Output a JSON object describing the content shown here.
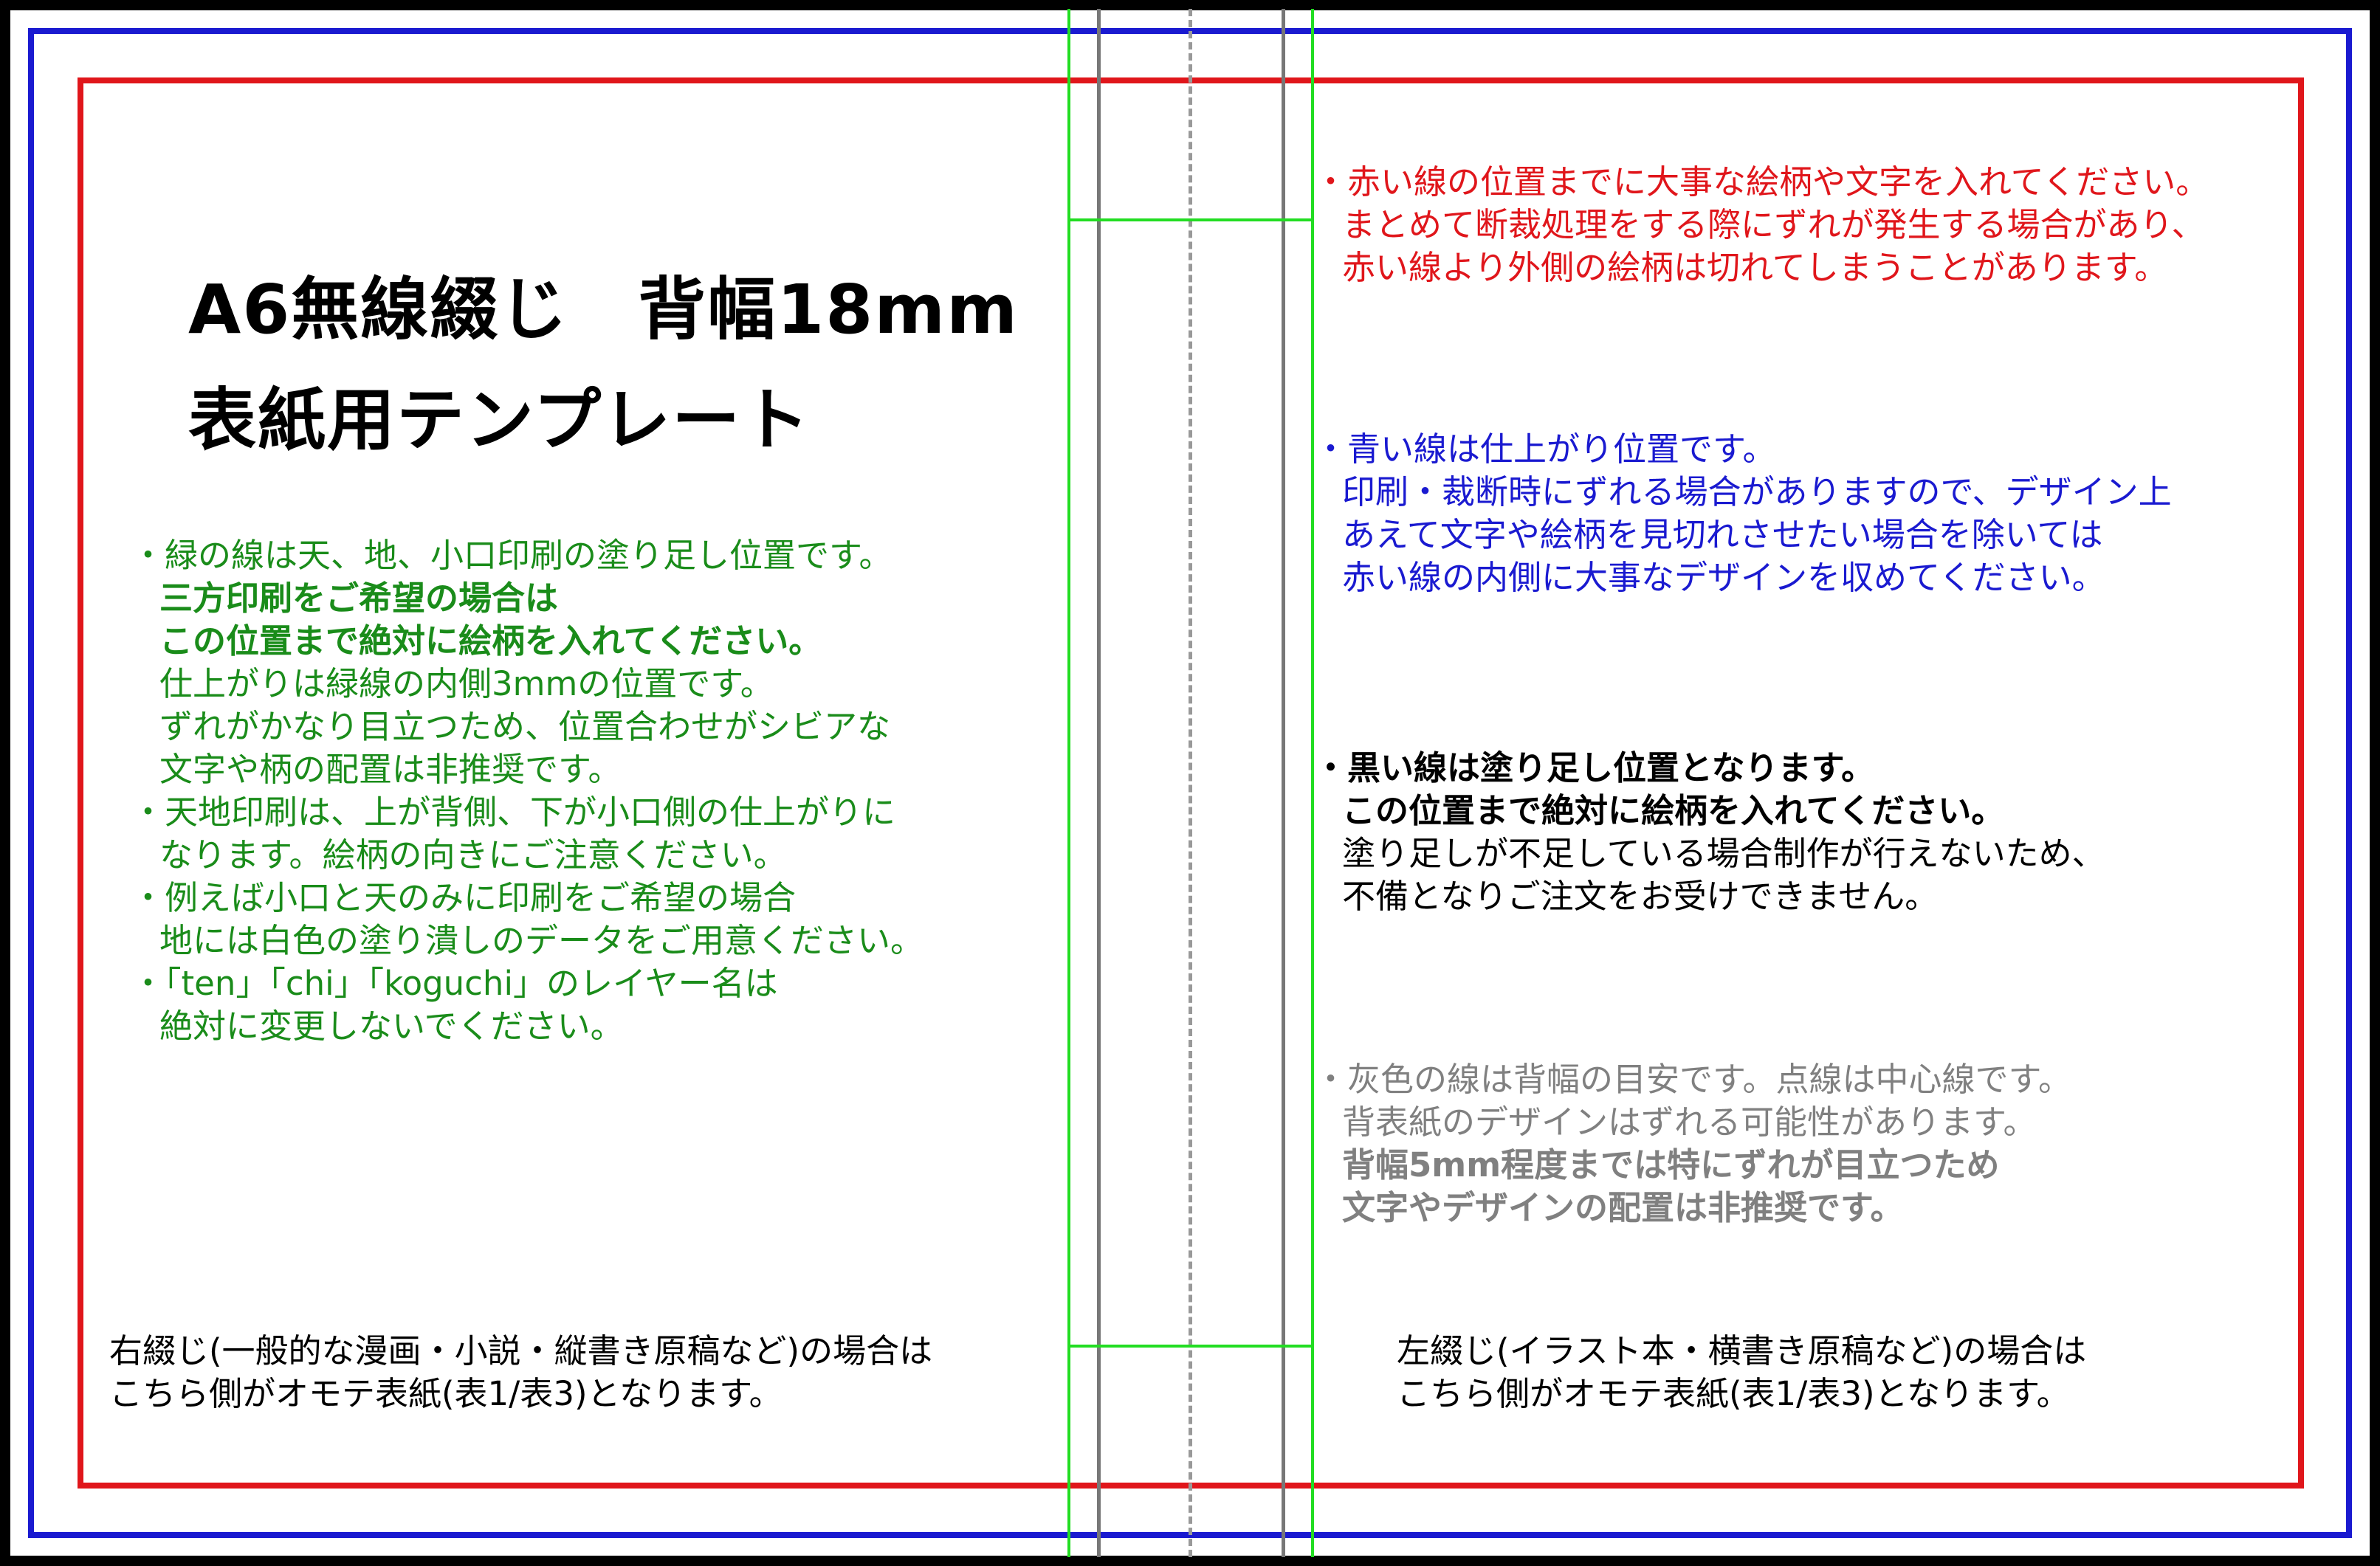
{
  "colors": {
    "black_frame": "#000000",
    "blue_frame": "#1a1ad0",
    "red_frame": "#e0161b",
    "green_lines": "#22dd22",
    "gray_lines": "#777777"
  },
  "title": {
    "line1": "A6無線綴じ　背幅18mm",
    "line2": "表紙用テンプレート"
  },
  "green_notes": {
    "l1": "・緑の線は天、地、小口印刷の塗り足し位置です。",
    "l2": "三方印刷をご希望の場合は",
    "l3": "この位置まで絶対に絵柄を入れてください。",
    "l4": "仕上がりは緑線の内側3mmの位置です。",
    "l5": "ずれがかなり目立つため、位置合わせがシビアな",
    "l6": "文字や柄の配置は非推奨です。",
    "l7": "・天地印刷は、上が背側、下が小口側の仕上がりに",
    "l8": "なります。絵柄の向きにご注意ください。",
    "l9": "・例えば小口と天のみに印刷をご希望の場合",
    "l10": "地には白色の塗り潰しのデータをご用意ください。",
    "l11": "・「ten」「chi」「koguchi」のレイヤー名は",
    "l12": "絶対に変更しないでください。"
  },
  "right_binding": {
    "l1": "右綴じ(一般的な漫画・小説・縦書き原稿など)の場合は",
    "l2": "こちら側がオモテ表紙(表1/表3)となります。"
  },
  "red_notes": {
    "l1": "・赤い線の位置までに大事な絵柄や文字を入れてください。",
    "l2": "まとめて断裁処理をする際にずれが発生する場合があり、",
    "l3": "赤い線より外側の絵柄は切れてしまうことがあります。"
  },
  "blue_notes": {
    "l1": "・青い線は仕上がり位置です。",
    "l2": "印刷・裁断時にずれる場合がありますので、デザイン上",
    "l3": "あえて文字や絵柄を見切れさせたい場合を除いては",
    "l4": "赤い線の内側に大事なデザインを収めてください。"
  },
  "black_notes": {
    "l1": "・黒い線は塗り足し位置となります。",
    "l2": "この位置まで絶対に絵柄を入れてください。",
    "l3": "塗り足しが不足している場合制作が行えないため、",
    "l4": "不備となりご注文をお受けできません。"
  },
  "gray_notes": {
    "l1": "・灰色の線は背幅の目安です。点線は中心線です。",
    "l2": "背表紙のデザインはずれる可能性があります。",
    "l3": "背幅5mm程度までは特にずれが目立つため",
    "l4": "文字やデザインの配置は非推奨です。"
  },
  "left_binding": {
    "l1": "左綴じ(イラスト本・横書き原稿など)の場合は",
    "l2": "こちら側がオモテ表紙(表1/表3)となります。"
  }
}
